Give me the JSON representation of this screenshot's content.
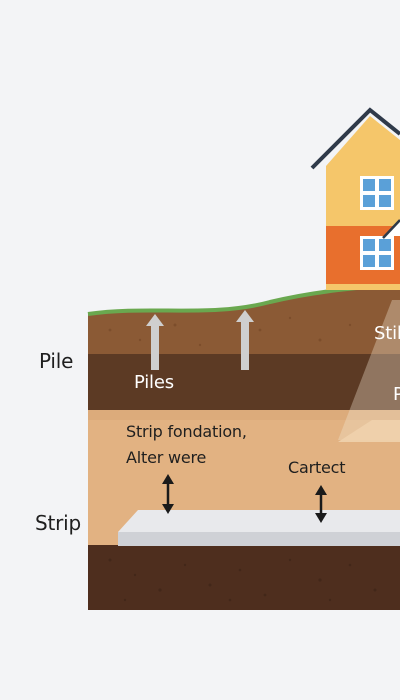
{
  "labels": {
    "left_pile": "Pile",
    "left_strip": "Strip",
    "piles": "Piles",
    "strip_foundation_line1": "Strip fondation,",
    "strip_foundation_line2": "Alter were",
    "cartect": "Cartect",
    "clipped_stil": "Stil",
    "clipped_p": "P"
  },
  "colors": {
    "background": "#f3f4f6",
    "grass": "#6aa84f",
    "topsoil": "#8b5a35",
    "dark_soil": "#5c3a24",
    "sand_layer": "#e2b282",
    "bedrock": "#4e2e1e",
    "slab": "#e8e9ec",
    "house_upper": "#f5c66a",
    "house_lower": "#e86f2d",
    "roof": "#2f3a4a",
    "window": "#5aa0d8",
    "arrow_light": "#cfcfcf",
    "arrow_dark": "#1a1a1a"
  }
}
